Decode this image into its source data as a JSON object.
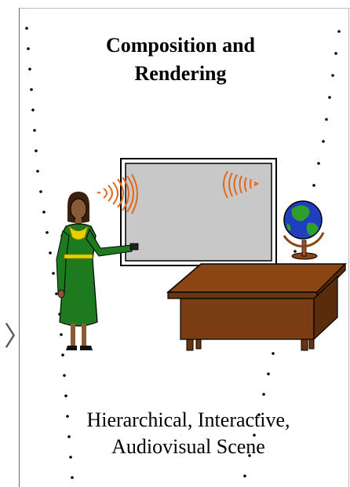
{
  "title": {
    "line1": "Composition and",
    "line2": "Rendering"
  },
  "caption": {
    "line1": "Hierarchical, Interactive,",
    "line2": "Audiovisual Scene"
  },
  "bracket": "〉",
  "illustration": {
    "figure": "presenter-woman",
    "objects": [
      "projection-screen",
      "sound-wave-left",
      "sound-wave-right",
      "globe",
      "desk"
    ],
    "colors": {
      "screen_fill": "#c8c8c8",
      "dress": "#1e7a1e",
      "sash": "#e8d000",
      "desk": "#8b4513",
      "globe_ocean": "#1f3fbf",
      "globe_land": "#2e9e2e",
      "sound_wave": "#e06a1a"
    }
  }
}
